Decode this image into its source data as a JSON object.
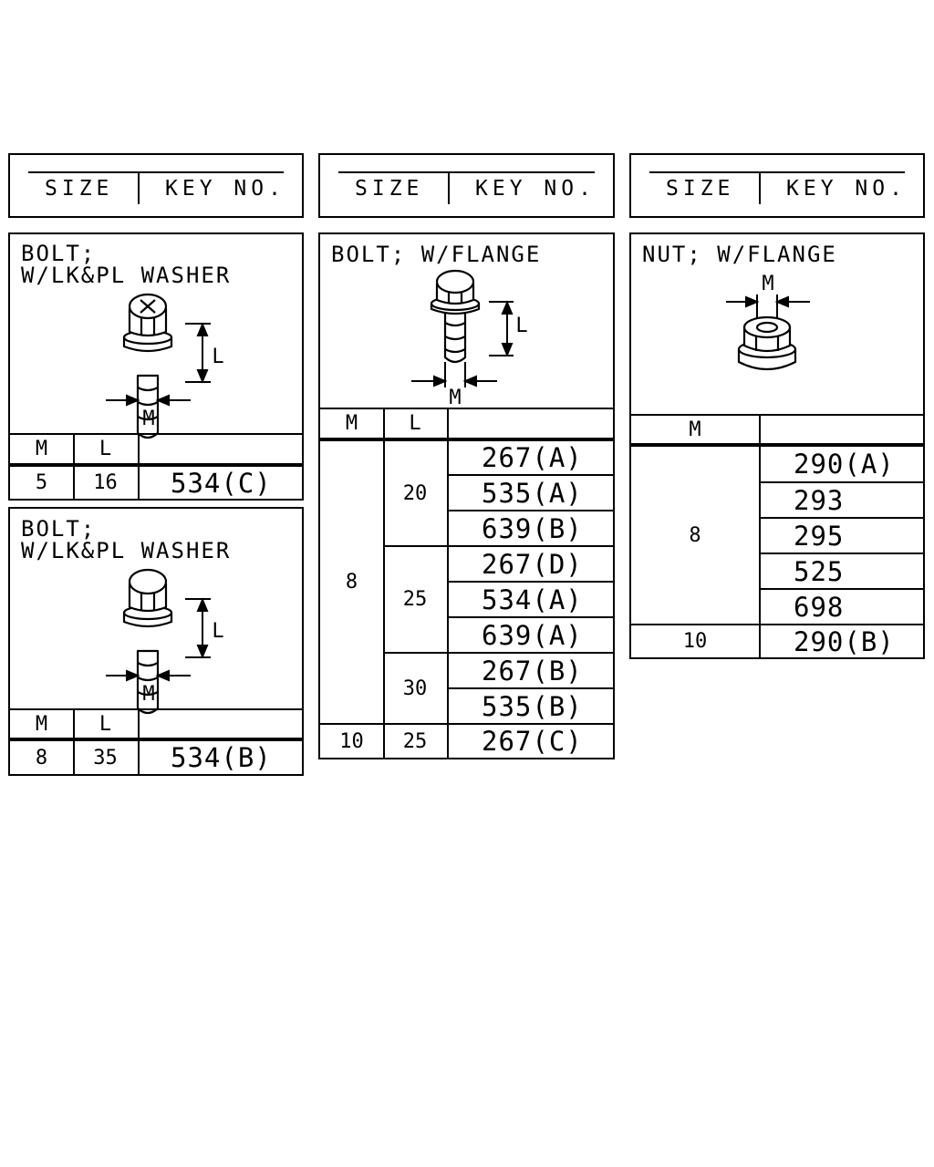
{
  "header": {
    "size_label": "SIZE",
    "key_label": "KEY NO."
  },
  "panel_a": {
    "title_1": "BOLT;",
    "title_2": "W/LK&PL WASHER",
    "fig_l": "L",
    "fig_m": "M",
    "col_m": "M",
    "col_l": "L",
    "row": {
      "m": "5",
      "l": "16",
      "key": "534(C)"
    }
  },
  "panel_b": {
    "title_1": "BOLT;",
    "title_2": "W/LK&PL WASHER",
    "fig_l": "L",
    "fig_m": "M",
    "col_m": "M",
    "col_l": "L",
    "row": {
      "m": "8",
      "l": "35",
      "key": "534(B)"
    }
  },
  "panel_c": {
    "title": "BOLT; W/FLANGE",
    "fig_l": "L",
    "fig_m": "M",
    "col_m": "M",
    "col_l": "L",
    "m_8": "8",
    "m_10": "10",
    "l_20": "20",
    "l_25": "25",
    "l_30": "30",
    "l_25b": "25",
    "keys": [
      "267(A)",
      "535(A)",
      "639(B)",
      "267(D)",
      "534(A)",
      "639(A)",
      "267(B)",
      "535(B)",
      "267(C)"
    ]
  },
  "panel_d": {
    "title": "NUT; W/FLANGE",
    "fig_m": "M",
    "col_m": "M",
    "m_8": "8",
    "m_10": "10",
    "keys": [
      "290(A)",
      "293",
      "295",
      "525",
      "698",
      "290(B)"
    ]
  }
}
